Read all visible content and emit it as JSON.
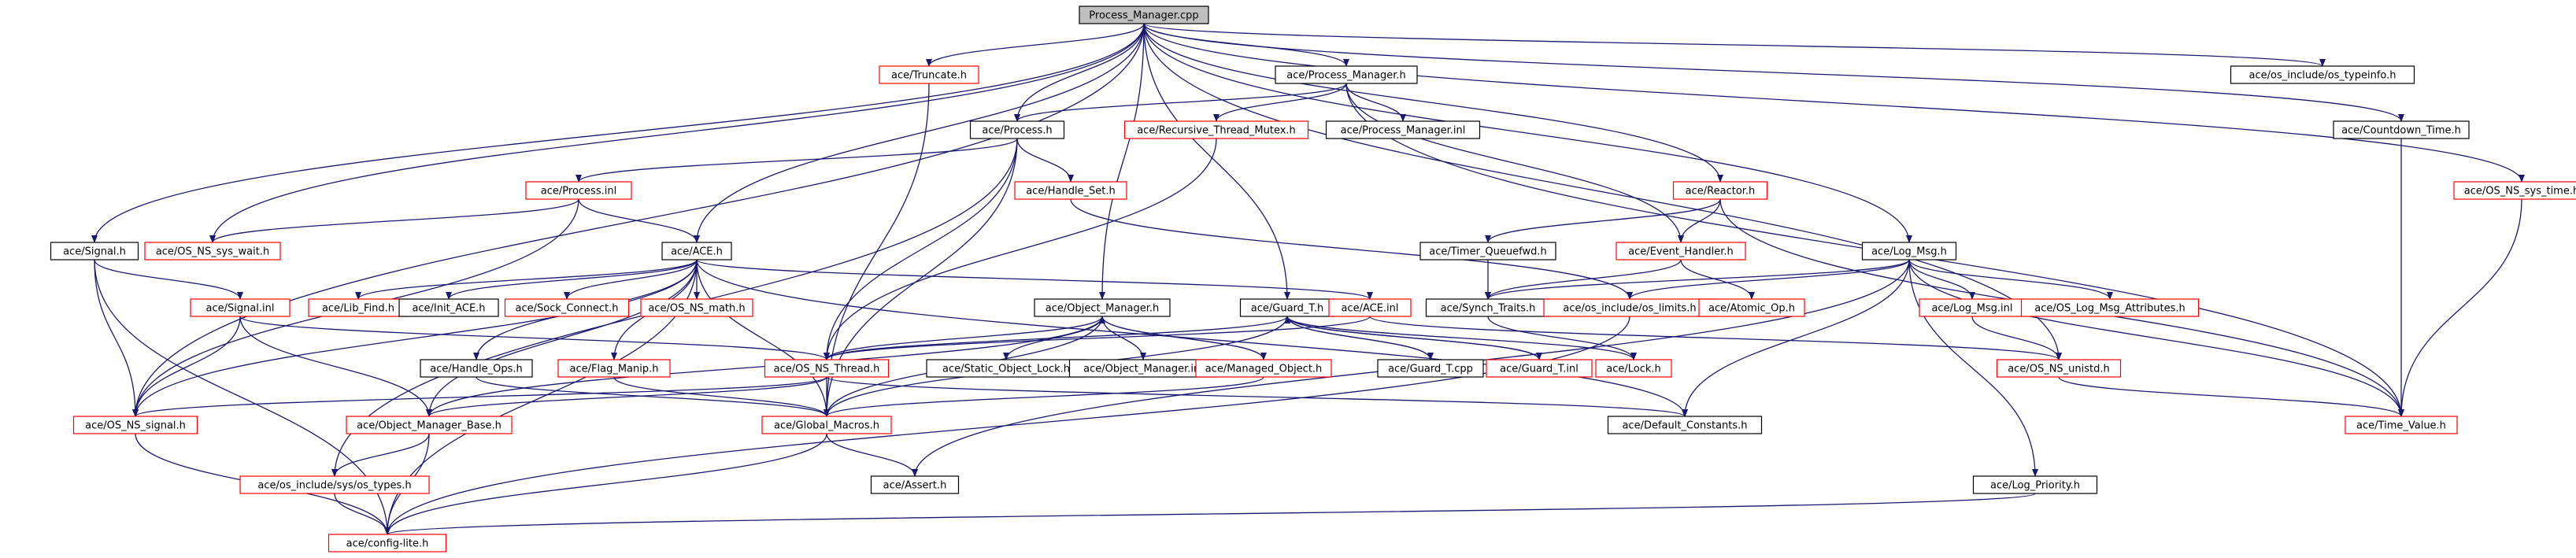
{
  "colors": {
    "edge": "#191970",
    "node_border_default": "#000000",
    "node_border_link": "#ff0000",
    "root_fill": "#bfbfbf",
    "node_fill": "#ffffff"
  },
  "nodes": [
    {
      "id": "root",
      "label": "Process_Manager.cpp",
      "kind": "root"
    },
    {
      "id": "truncate",
      "label": "ace/Truncate.h",
      "kind": "link"
    },
    {
      "id": "procmgr_h",
      "label": "ace/Process_Manager.h",
      "kind": "plain"
    },
    {
      "id": "typeinfo",
      "label": "ace/os_include/os_typeinfo.h",
      "kind": "plain"
    },
    {
      "id": "countdown",
      "label": "ace/Countdown_Time.h",
      "kind": "plain"
    },
    {
      "id": "sys_time",
      "label": "ace/OS_NS_sys_time.h",
      "kind": "link"
    },
    {
      "id": "process_h",
      "label": "ace/Process.h",
      "kind": "plain"
    },
    {
      "id": "rtm",
      "label": "ace/Recursive_Thread_Mutex.h",
      "kind": "link"
    },
    {
      "id": "procmgr_inl",
      "label": "ace/Process_Manager.inl",
      "kind": "plain"
    },
    {
      "id": "process_inl",
      "label": "ace/Process.inl",
      "kind": "link"
    },
    {
      "id": "handle_set",
      "label": "ace/Handle_Set.h",
      "kind": "link"
    },
    {
      "id": "reactor",
      "label": "ace/Reactor.h",
      "kind": "link"
    },
    {
      "id": "signal_h",
      "label": "ace/Signal.h",
      "kind": "plain"
    },
    {
      "id": "sys_wait",
      "label": "ace/OS_NS_sys_wait.h",
      "kind": "link"
    },
    {
      "id": "ace_h",
      "label": "ace/ACE.h",
      "kind": "plain"
    },
    {
      "id": "timer_qfwd",
      "label": "ace/Timer_Queuefwd.h",
      "kind": "plain"
    },
    {
      "id": "event_handler",
      "label": "ace/Event_Handler.h",
      "kind": "link"
    },
    {
      "id": "log_msg",
      "label": "ace/Log_Msg.h",
      "kind": "plain"
    },
    {
      "id": "signal_inl",
      "label": "ace/Signal.inl",
      "kind": "link"
    },
    {
      "id": "lib_find",
      "label": "ace/Lib_Find.h",
      "kind": "link"
    },
    {
      "id": "init_ace",
      "label": "ace/Init_ACE.h",
      "kind": "plain"
    },
    {
      "id": "sock_connect",
      "label": "ace/Sock_Connect.h",
      "kind": "link"
    },
    {
      "id": "ns_math",
      "label": "ace/OS_NS_math.h",
      "kind": "link"
    },
    {
      "id": "objmgr_h",
      "label": "ace/Object_Manager.h",
      "kind": "plain"
    },
    {
      "id": "guard_t",
      "label": "ace/Guard_T.h",
      "kind": "plain"
    },
    {
      "id": "ace_inl",
      "label": "ace/ACE.inl",
      "kind": "link"
    },
    {
      "id": "synch_traits",
      "label": "ace/Synch_Traits.h",
      "kind": "plain"
    },
    {
      "id": "os_limits",
      "label": "ace/os_include/os_limits.h",
      "kind": "link"
    },
    {
      "id": "atomic_op",
      "label": "ace/Atomic_Op.h",
      "kind": "link"
    },
    {
      "id": "log_msg_inl",
      "label": "ace/Log_Msg.inl",
      "kind": "link"
    },
    {
      "id": "log_msg_attr",
      "label": "ace/OS_Log_Msg_Attributes.h",
      "kind": "link"
    },
    {
      "id": "handle_ops",
      "label": "ace/Handle_Ops.h",
      "kind": "plain"
    },
    {
      "id": "flag_manip",
      "label": "ace/Flag_Manip.h",
      "kind": "link"
    },
    {
      "id": "ns_thread",
      "label": "ace/OS_NS_Thread.h",
      "kind": "link"
    },
    {
      "id": "static_obj_lock",
      "label": "ace/Static_Object_Lock.h",
      "kind": "plain"
    },
    {
      "id": "objmgr_inl",
      "label": "ace/Object_Manager.inl",
      "kind": "plain"
    },
    {
      "id": "managed_obj",
      "label": "ace/Managed_Object.h",
      "kind": "link"
    },
    {
      "id": "guard_t_cpp",
      "label": "ace/Guard_T.cpp",
      "kind": "plain"
    },
    {
      "id": "guard_t_inl",
      "label": "ace/Guard_T.inl",
      "kind": "link"
    },
    {
      "id": "lock_h",
      "label": "ace/Lock.h",
      "kind": "link"
    },
    {
      "id": "ns_unistd",
      "label": "ace/OS_NS_unistd.h",
      "kind": "link"
    },
    {
      "id": "ns_signal",
      "label": "ace/OS_NS_signal.h",
      "kind": "link"
    },
    {
      "id": "objmgr_base",
      "label": "ace/Object_Manager_Base.h",
      "kind": "link"
    },
    {
      "id": "global_macros",
      "label": "ace/Global_Macros.h",
      "kind": "link"
    },
    {
      "id": "default_consts",
      "label": "ace/Default_Constants.h",
      "kind": "plain"
    },
    {
      "id": "time_value",
      "label": "ace/Time_Value.h",
      "kind": "link"
    },
    {
      "id": "os_types",
      "label": "ace/os_include/sys/os_types.h",
      "kind": "link"
    },
    {
      "id": "assert_h",
      "label": "ace/Assert.h",
      "kind": "plain"
    },
    {
      "id": "log_priority",
      "label": "ace/Log_Priority.h",
      "kind": "plain"
    },
    {
      "id": "config_lite",
      "label": "ace/config-lite.h",
      "kind": "link"
    }
  ],
  "edges": [
    [
      "root",
      "truncate"
    ],
    [
      "root",
      "procmgr_h"
    ],
    [
      "root",
      "typeinfo"
    ],
    [
      "root",
      "countdown"
    ],
    [
      "root",
      "sys_time"
    ],
    [
      "root",
      "process_h"
    ],
    [
      "root",
      "reactor"
    ],
    [
      "root",
      "signal_h"
    ],
    [
      "root",
      "sys_wait"
    ],
    [
      "root",
      "ace_h"
    ],
    [
      "root",
      "log_msg"
    ],
    [
      "root",
      "objmgr_h"
    ],
    [
      "root",
      "guard_t"
    ],
    [
      "root",
      "ns_signal"
    ],
    [
      "root",
      "ns_unistd"
    ],
    [
      "truncate",
      "global_macros"
    ],
    [
      "procmgr_h",
      "process_h"
    ],
    [
      "procmgr_h",
      "rtm"
    ],
    [
      "procmgr_h",
      "procmgr_inl"
    ],
    [
      "procmgr_h",
      "event_handler"
    ],
    [
      "procmgr_h",
      "time_value"
    ],
    [
      "countdown",
      "time_value"
    ],
    [
      "sys_time",
      "time_value"
    ],
    [
      "process_h",
      "process_inl"
    ],
    [
      "process_h",
      "handle_set"
    ],
    [
      "process_h",
      "global_macros"
    ],
    [
      "process_h",
      "os_types"
    ],
    [
      "process_h",
      "ns_thread"
    ],
    [
      "rtm",
      "ns_thread"
    ],
    [
      "process_inl",
      "ace_h"
    ],
    [
      "process_inl",
      "sys_wait"
    ],
    [
      "process_inl",
      "ns_signal"
    ],
    [
      "handle_set",
      "os_limits"
    ],
    [
      "reactor",
      "timer_qfwd"
    ],
    [
      "reactor",
      "event_handler"
    ],
    [
      "reactor",
      "time_value"
    ],
    [
      "signal_h",
      "signal_inl"
    ],
    [
      "signal_h",
      "ns_signal"
    ],
    [
      "signal_h",
      "config_lite"
    ],
    [
      "ace_h",
      "lib_find"
    ],
    [
      "ace_h",
      "init_ace"
    ],
    [
      "ace_h",
      "sock_connect"
    ],
    [
      "ace_h",
      "ns_math"
    ],
    [
      "ace_h",
      "ace_inl"
    ],
    [
      "ace_h",
      "handle_ops"
    ],
    [
      "ace_h",
      "flag_manip"
    ],
    [
      "ace_h",
      "global_macros"
    ],
    [
      "ace_h",
      "ns_signal"
    ],
    [
      "ace_h",
      "config_lite"
    ],
    [
      "ace_h",
      "default_consts"
    ],
    [
      "ace_h",
      "objmgr_base"
    ],
    [
      "timer_qfwd",
      "synch_traits"
    ],
    [
      "event_handler",
      "synch_traits"
    ],
    [
      "event_handler",
      "atomic_op"
    ],
    [
      "log_msg",
      "log_msg_inl"
    ],
    [
      "log_msg",
      "log_msg_attr"
    ],
    [
      "log_msg",
      "os_limits"
    ],
    [
      "log_msg",
      "default_consts"
    ],
    [
      "log_msg",
      "assert_h"
    ],
    [
      "log_msg",
      "log_priority"
    ],
    [
      "log_msg",
      "synch_traits"
    ],
    [
      "log_msg",
      "time_value"
    ],
    [
      "signal_inl",
      "ns_signal"
    ],
    [
      "signal_inl",
      "objmgr_base"
    ],
    [
      "signal_inl",
      "ns_thread"
    ],
    [
      "objmgr_h",
      "static_obj_lock"
    ],
    [
      "objmgr_h",
      "objmgr_inl"
    ],
    [
      "objmgr_h",
      "managed_obj"
    ],
    [
      "objmgr_h",
      "global_macros"
    ],
    [
      "objmgr_h",
      "ns_thread"
    ],
    [
      "objmgr_h",
      "objmgr_base"
    ],
    [
      "guard_t",
      "guard_t_cpp"
    ],
    [
      "guard_t",
      "guard_t_inl"
    ],
    [
      "guard_t",
      "lock_h"
    ],
    [
      "guard_t",
      "ns_thread"
    ],
    [
      "guard_t",
      "global_macros"
    ],
    [
      "ace_inl",
      "ns_thread"
    ],
    [
      "ace_inl",
      "ns_unistd"
    ],
    [
      "log_msg_inl",
      "ns_unistd"
    ],
    [
      "handle_ops",
      "global_macros"
    ],
    [
      "flag_manip",
      "global_macros"
    ],
    [
      "ns_thread",
      "ns_signal"
    ],
    [
      "ns_thread",
      "objmgr_base"
    ],
    [
      "ns_thread",
      "global_macros"
    ],
    [
      "ns_thread",
      "default_consts"
    ],
    [
      "managed_obj",
      "objmgr_h"
    ],
    [
      "managed_obj",
      "global_macros"
    ],
    [
      "guard_t_cpp",
      "guard_t"
    ],
    [
      "guard_t_inl",
      "guard_t"
    ],
    [
      "ns_unistd",
      "time_value"
    ],
    [
      "ns_signal",
      "config_lite"
    ],
    [
      "objmgr_base",
      "os_types"
    ],
    [
      "objmgr_base",
      "config_lite"
    ],
    [
      "global_macros",
      "assert_h"
    ],
    [
      "global_macros",
      "config_lite"
    ],
    [
      "os_types",
      "config_lite"
    ],
    [
      "log_priority",
      "config_lite"
    ],
    [
      "synch_traits",
      "lock_h"
    ],
    [
      "os_limits",
      "config_lite"
    ]
  ]
}
